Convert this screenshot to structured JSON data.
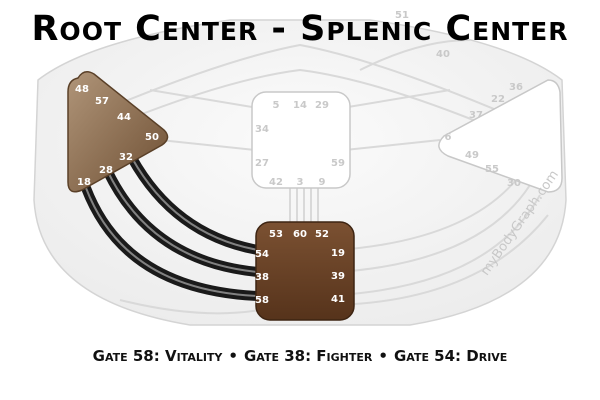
{
  "title": "Root Center - Splenic Center",
  "caption": {
    "items": [
      "Gate 58: Vitality",
      "Gate 38: Fighter",
      "Gate 54: Drive"
    ],
    "separator": "•"
  },
  "watermark": "myBodyGraph.com",
  "centers": {
    "splenic": {
      "color": "#8a6a4d",
      "gates": [
        "48",
        "57",
        "44",
        "50",
        "32",
        "28",
        "18"
      ]
    },
    "g_center": {
      "gates": [
        "5",
        "14",
        "29",
        "34",
        "27",
        "59",
        "42",
        "3",
        "9"
      ]
    },
    "solar_plexus": {
      "gates": [
        "36",
        "22",
        "37",
        "6",
        "49",
        "55",
        "30"
      ]
    },
    "root": {
      "color": "#6b4326",
      "gates": [
        "53",
        "60",
        "52",
        "54",
        "38",
        "58",
        "19",
        "39",
        "41"
      ]
    },
    "top_faint_gates": [
      "40",
      "51"
    ]
  },
  "channels": {
    "active": [
      "54-32",
      "38-28",
      "58-18"
    ],
    "color": "#1a1a1a"
  }
}
